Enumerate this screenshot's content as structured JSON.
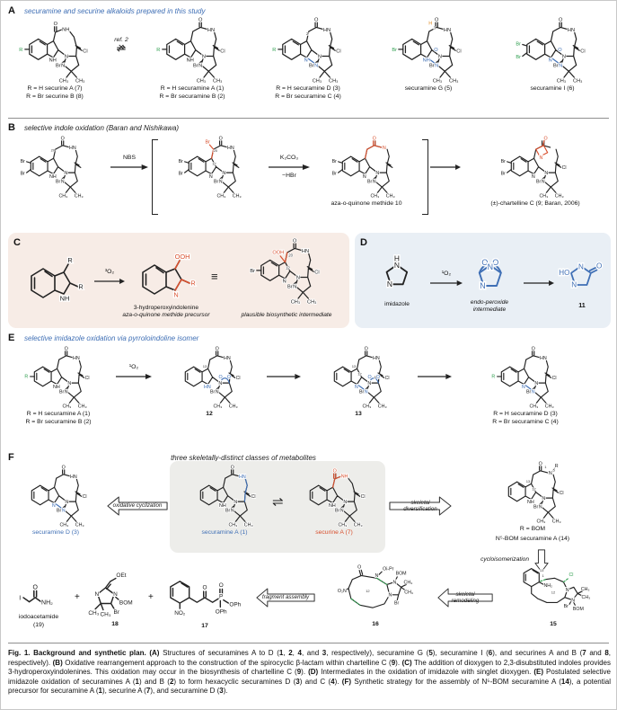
{
  "atoms": {
    "O": "O",
    "N": "N",
    "NH": "NH",
    "HN": "HN",
    "Cl": "Cl",
    "Br": "Br",
    "R": "R",
    "CH3": "CH₃",
    "H": "H",
    "OOH": "OOH",
    "HO": "HO",
    "OEt": "OEt",
    "BOM": "BOM",
    "NO2": "NO₂",
    "O2N": "O₂N",
    "OPh": "OPh",
    "NH2": "NH₂",
    "I": "I",
    "OiPr": "Oi-Pr",
    "P": "P",
    "plus": "+",
    "equil": "⇌",
    "cross": "✕",
    "equiv": "≡",
    "n1": "1",
    "n2": "2",
    "n3": "3",
    "n5": "5",
    "n8": "8",
    "n12": "12",
    "n13": "13",
    "n20": "20"
  },
  "A": {
    "letter": "A",
    "title": "securamine and securine alkaloids prepared in this study",
    "ref_label": "ref. 2",
    "s1a": "R = H securine A (7)",
    "s1b": "R = Br securine B (8)",
    "s2a": "R = H securamine A (1)",
    "s2b": "R = Br securamine B (2)",
    "s3a": "R = H securamine D (3)",
    "s3b": "R = Br securamine C (4)",
    "s4a": "securamine G (5)",
    "s5a": "securamine I (6)"
  },
  "B": {
    "letter": "B",
    "title": "selective indole oxidation (Baran and Nishikawa)",
    "r1": "NBS",
    "r2a": "K₂CO₃",
    "r2b": "−HBr",
    "cap10": "aza-o-quinone methide 10",
    "cap9": "(±)-chartelline C (9; Baran, 2006)"
  },
  "C": {
    "letter": "C",
    "reagent": "³O₂",
    "lbl1a": "3-hydroperoxyindolenine",
    "lbl1b": "aza-o-quinone methide precursor",
    "lbl2": "plausible biosynthetic intermediate"
  },
  "D": {
    "letter": "D",
    "reagent": "¹O₂",
    "lbl_imidazole": "imidazole",
    "lbl_endo1": "endo-peroxide",
    "lbl_endo2": "intermediate",
    "lbl_11": "11"
  },
  "E": {
    "letter": "E",
    "title": "selective imidazole oxidation via pyrroloindoline isomer",
    "reagent": "¹O₂",
    "s1a": "R = H securamine A (1)",
    "s1b": "R = Br securamine B (2)",
    "c12": "12",
    "c13": "13",
    "s4a": "R = H securamine D (3)",
    "s4b": "R = Br securamine C (4)"
  },
  "F": {
    "letter": "F",
    "title": "three skeletally-distinct classes of metabolites",
    "cap3": "securamine D (3)",
    "cap1": "securamine A (1)",
    "cap7": "securine A (7)",
    "arr_ox": "oxidative cyclization",
    "arr_div": "skeletal diversification",
    "arr_cyc": "cycloisomerization",
    "arr_rem": "skeletal remodeling",
    "arr_frag": "fragment assembly",
    "rbom": "R = BOM",
    "cap14": "N⁵-BOM securamine A (14)",
    "cap19a": "iodoacetamide",
    "cap19b": "(19)",
    "cap18": "18",
    "cap17": "17",
    "cap16": "16",
    "cap15": "15"
  },
  "caption": {
    "segments": [
      {
        "t": "Fig. 1. Background and synthetic plan. ",
        "b": true
      },
      {
        "t": "(A)",
        "b": true
      },
      {
        "t": " Structures of securamines A to D (",
        "b": false
      },
      {
        "t": "1",
        "b": true
      },
      {
        "t": ", ",
        "b": false
      },
      {
        "t": "2",
        "b": true
      },
      {
        "t": ", ",
        "b": false
      },
      {
        "t": "4",
        "b": true
      },
      {
        "t": ", and ",
        "b": false
      },
      {
        "t": "3",
        "b": true
      },
      {
        "t": ", respectively), securamine G (",
        "b": false
      },
      {
        "t": "5",
        "b": true
      },
      {
        "t": "), securamine I (",
        "b": false
      },
      {
        "t": "6",
        "b": true
      },
      {
        "t": "), and securines A and B (",
        "b": false
      },
      {
        "t": "7",
        "b": true
      },
      {
        "t": " and ",
        "b": false
      },
      {
        "t": "8",
        "b": true
      },
      {
        "t": ", respectively). ",
        "b": false
      },
      {
        "t": "(B)",
        "b": true
      },
      {
        "t": " Oxidative rearrangement approach to the construction of the spirocyclic β-lactam within chartelline C (",
        "b": false
      },
      {
        "t": "9",
        "b": true
      },
      {
        "t": "). ",
        "b": false
      },
      {
        "t": "(C)",
        "b": true
      },
      {
        "t": " The addition of dioxygen to 2,3-disubstituted indoles provides 3-hydroperoxyindolenines. This oxidation may occur in the biosynthesis of chartelline C (",
        "b": false
      },
      {
        "t": "9",
        "b": true
      },
      {
        "t": "). ",
        "b": false
      },
      {
        "t": "(D)",
        "b": true
      },
      {
        "t": " Intermediates in the oxidation of imidazole with singlet dioxygen. ",
        "b": false
      },
      {
        "t": "(E)",
        "b": true
      },
      {
        "t": " Postulated selective imidazole oxidation of securamines A (",
        "b": false
      },
      {
        "t": "1",
        "b": true
      },
      {
        "t": ") and B (",
        "b": false
      },
      {
        "t": "2",
        "b": true
      },
      {
        "t": ") to form hexacyclic securamines D (",
        "b": false
      },
      {
        "t": "3",
        "b": true
      },
      {
        "t": ") and C (",
        "b": false
      },
      {
        "t": "4",
        "b": true
      },
      {
        "t": "). ",
        "b": false
      },
      {
        "t": "(F)",
        "b": true
      },
      {
        "t": " Synthetic strategy for the assembly of N⁵-BOM securamine A (",
        "b": false
      },
      {
        "t": "14",
        "b": true
      },
      {
        "t": "), a potential precursor for securamine A (",
        "b": false
      },
      {
        "t": "1",
        "b": true
      },
      {
        "t": "), securine A (",
        "b": false
      },
      {
        "t": "7",
        "b": true
      },
      {
        "t": "), and securamine D (",
        "b": false
      },
      {
        "t": "3",
        "b": true
      },
      {
        "t": ").",
        "b": false
      }
    ]
  }
}
